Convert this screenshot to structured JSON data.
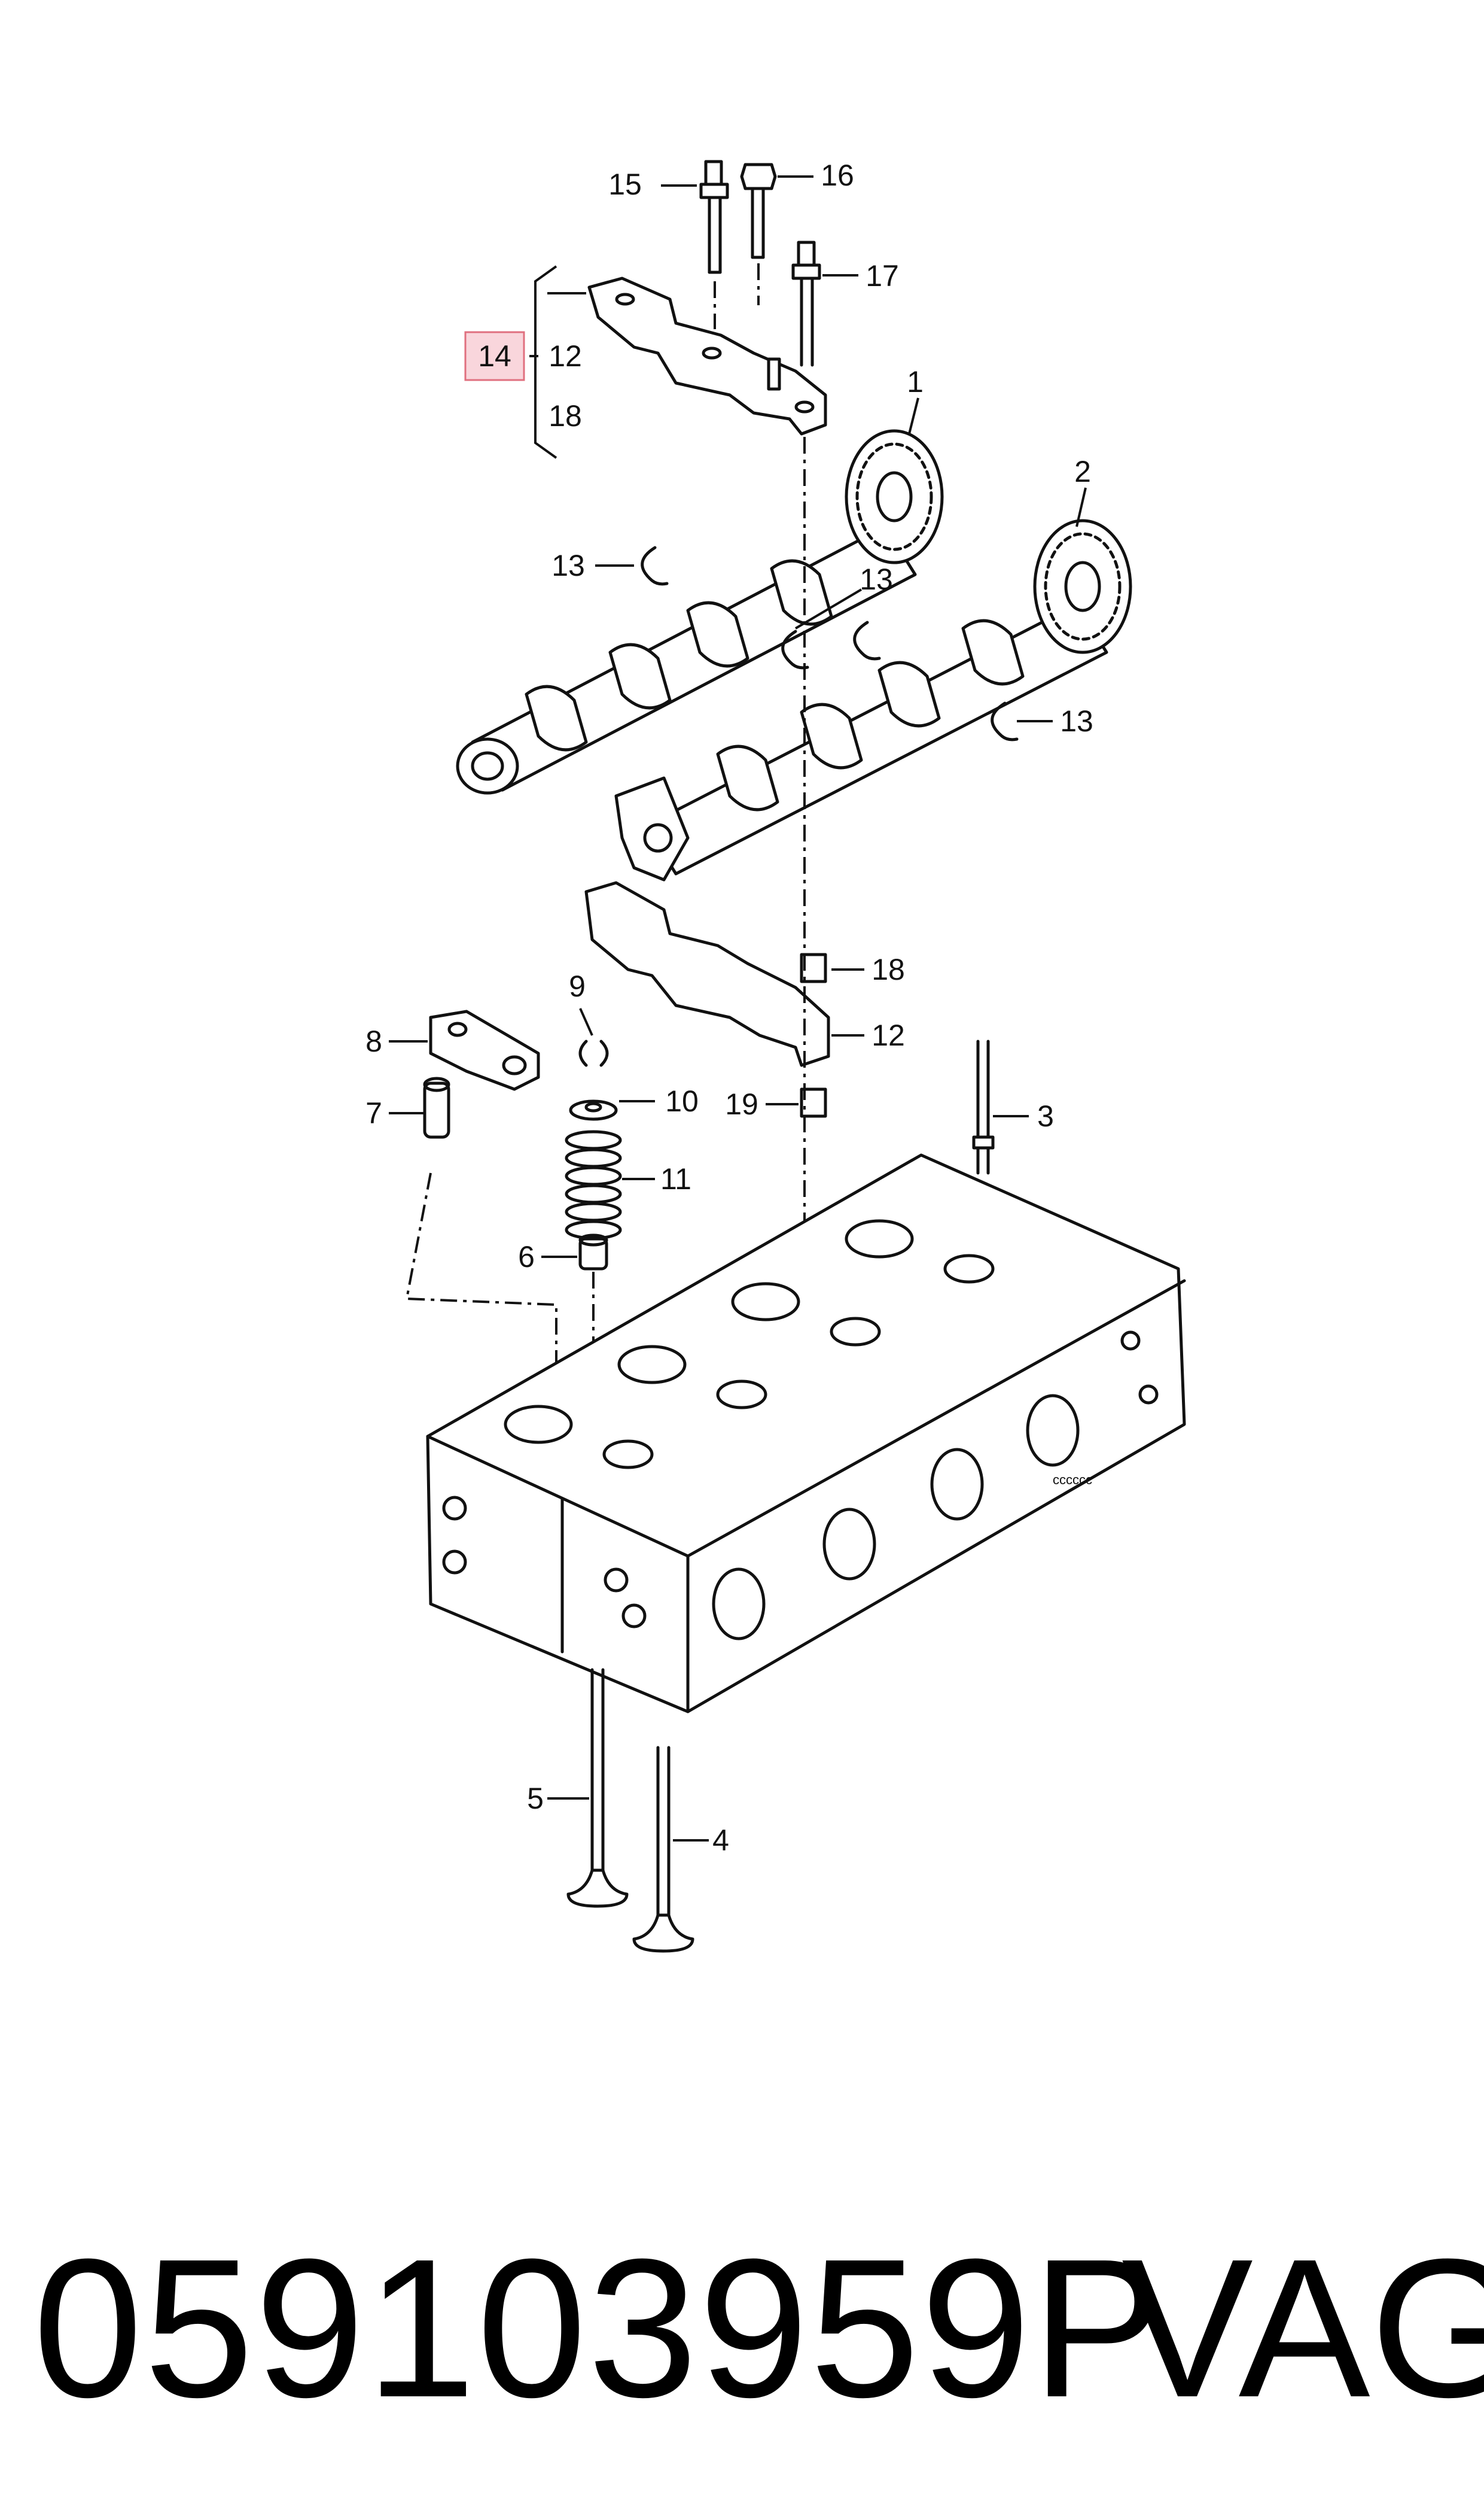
{
  "diagram": {
    "callouts": {
      "c1": "1",
      "c2": "2",
      "c3": "3",
      "c4": "4",
      "c5": "5",
      "c6": "6",
      "c7": "7",
      "c8": "8",
      "c9": "9",
      "c10": "10",
      "c11": "11",
      "c12a": "12",
      "c12b": "12",
      "c13a": "13",
      "c13b": "13",
      "c13c": "13",
      "c14": "14",
      "c15": "15",
      "c16": "16",
      "c17": "17",
      "c18a": "18",
      "c18b": "18",
      "c19": "19"
    },
    "highlight_color": "#f9d6dc",
    "highlight_border": "#e0707f"
  },
  "footer": {
    "part_number": "059103959P",
    "brand": "VAG"
  }
}
